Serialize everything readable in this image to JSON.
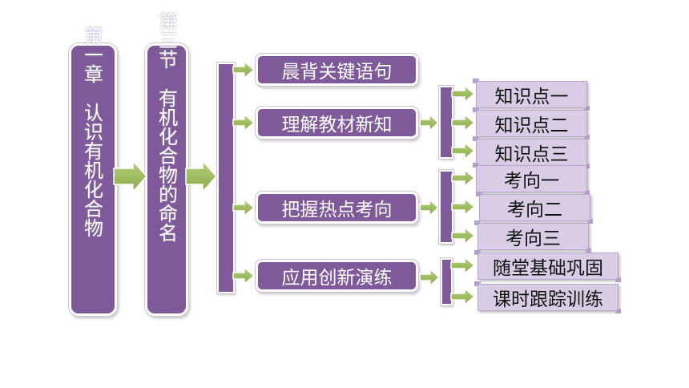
{
  "chapter": {
    "text": "第一章　认识有机化合物"
  },
  "section": {
    "text": "第三节　有机化合物的命名"
  },
  "main_items": [
    "晨背关键语句",
    "理解教材新知",
    "把握热点考向",
    "应用创新演练"
  ],
  "knowledge_points": [
    "知识点一",
    "知识点二",
    "知识点三"
  ],
  "hot_directions": [
    "考向一",
    "考向二",
    "考向三"
  ],
  "practice_items": [
    "随堂基础巩固",
    "课时跟踪训练"
  ],
  "colors": {
    "box_purple": "#7e5a9a",
    "label_lilac": "#d9cde6",
    "arrow_green": "#9bbb59"
  }
}
